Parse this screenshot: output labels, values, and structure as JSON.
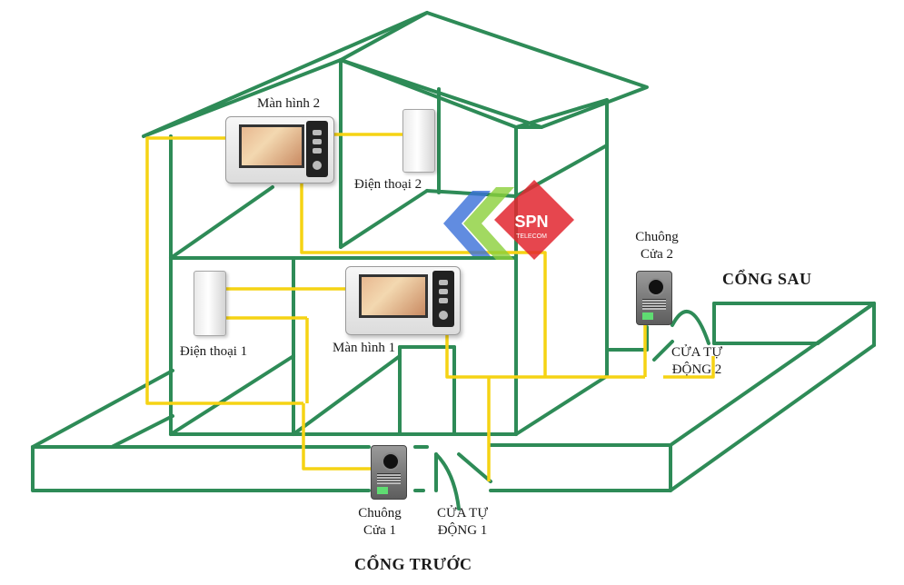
{
  "labels": {
    "monitor_2": "Màn hình 2",
    "phone_2": "Điện thoại 2",
    "phone_1": "Điện thoại 1",
    "monitor_1": "Màn hình 1",
    "bell_2_line1": "Chuông",
    "bell_2_line2": "Cửa 2",
    "back_gate": "CỔNG SAU",
    "auto_door_2_line1": "CỬA TỰ",
    "auto_door_2_line2": "ĐỘNG 2",
    "bell_1_line1": "Chuông",
    "bell_1_line2": "Cửa 1",
    "auto_door_1_line1": "CỬA TỰ",
    "auto_door_1_line2": "ĐỘNG 1",
    "front_gate": "CỔNG TRƯỚC"
  },
  "logo": {
    "text": "SPN",
    "subtext": "TELECOM"
  },
  "colors": {
    "structure": "#2e8b57",
    "wiring": "#f5d314",
    "logo_red": "#e2262f",
    "logo_blue": "#3a6fd8",
    "logo_green": "#8bcf3a"
  },
  "icons": [
    "video-monitor",
    "intercom-phone",
    "door-bell-camera"
  ]
}
